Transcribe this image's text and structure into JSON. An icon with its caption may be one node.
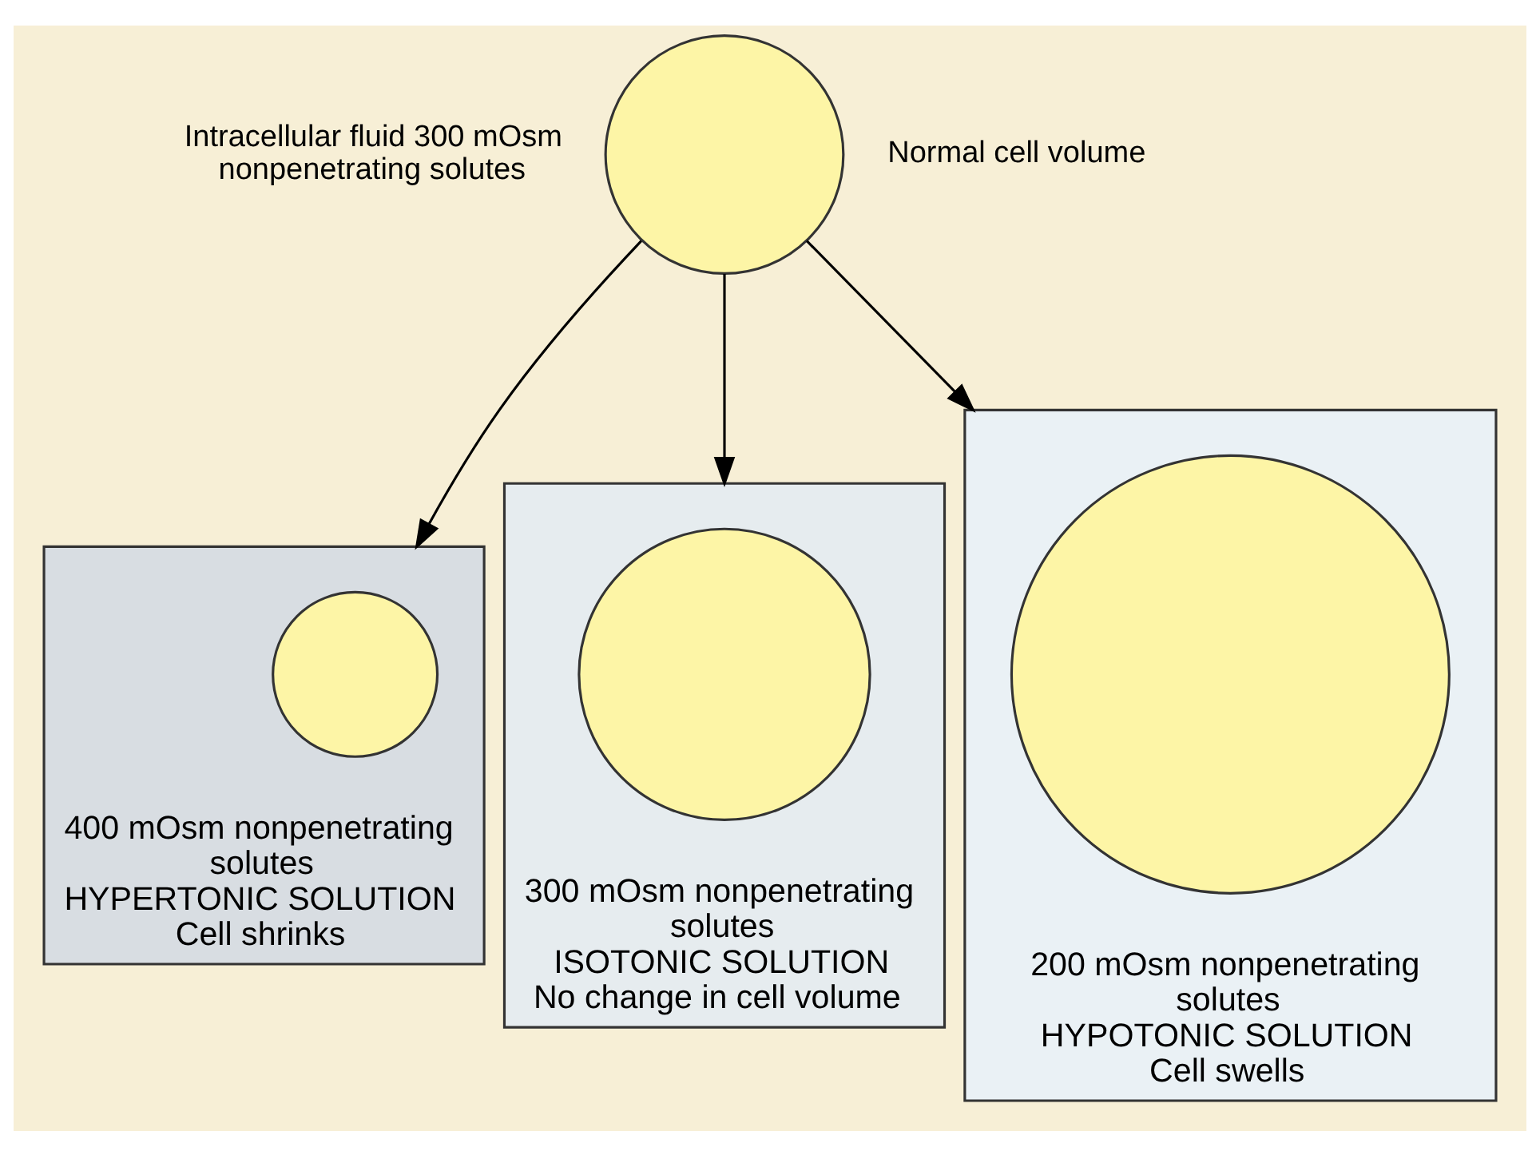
{
  "diagram": {
    "nodes": [
      {
        "text": [],
        "shape": "circle",
        "beside": [
          "Intracellular fluid 300 mOsm nonpenetrating solutes",
          "Normal cell volume"
        ]
      },
      {
        "text": [
          "400 mOsm nonpenetrating solutes",
          "HYPERTONIC SOLUTION",
          "Cell shrinks"
        ]
      },
      {
        "text": [],
        "shape": "circle",
        "in": 1
      },
      {
        "text": [
          "300 mOsm nonpenetrating solutes",
          "ISOTONIC SOLUTION",
          "No change in cell volume"
        ]
      },
      {
        "text": [],
        "shape": "circle",
        "in": 3
      },
      {
        "text": [
          "200 mOsm nonpenetrating solutes",
          "HYPOTONIC SOLUTION",
          "Cell swells"
        ]
      },
      {
        "text": [],
        "shape": "circle",
        "in": 5
      }
    ],
    "edges": [
      {
        "from": 0,
        "to": 1,
        "arrow": "to"
      },
      {
        "from": 0,
        "to": 3,
        "arrow": "to"
      },
      {
        "from": 0,
        "to": 5,
        "arrow": "to"
      }
    ]
  }
}
